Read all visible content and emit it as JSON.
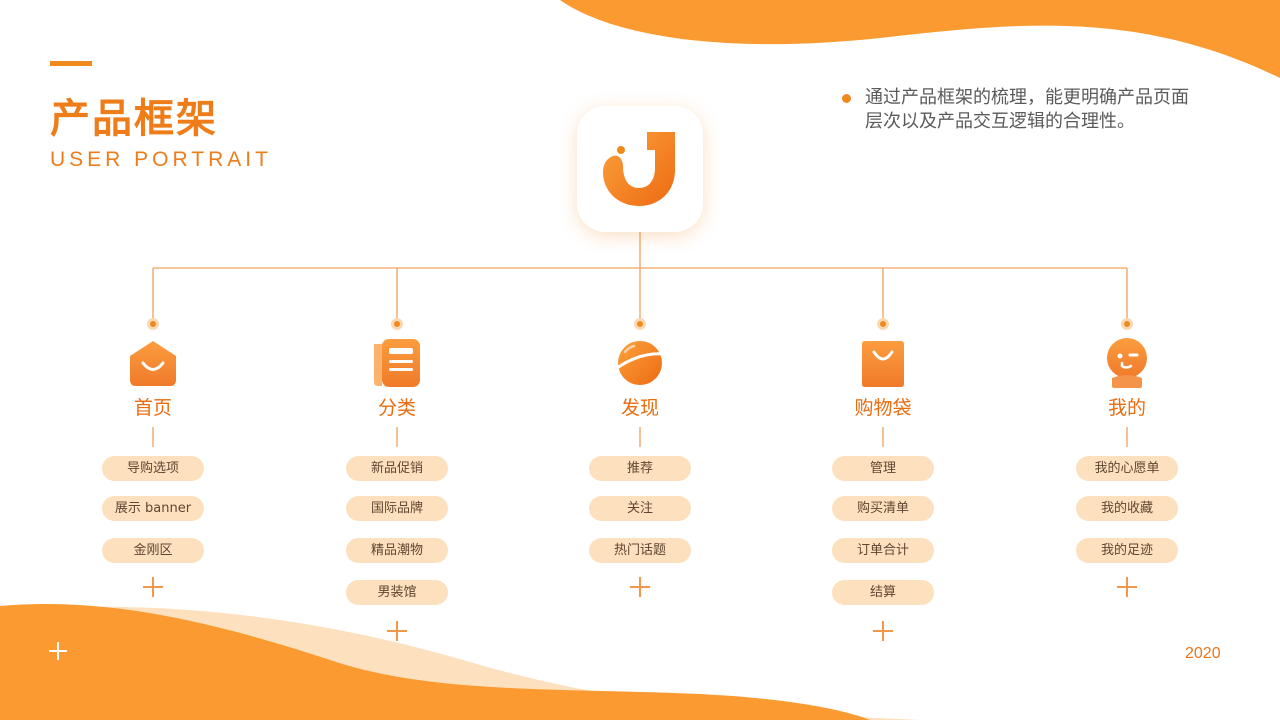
{
  "header": {
    "title": "产品框架",
    "subtitle": "USER PORTRAIT"
  },
  "description": {
    "line1": "通过产品框架的梳理，能更明确产品页面",
    "line2": "层次以及产品交互逻辑的合理性。"
  },
  "footer": {
    "year": "2020"
  },
  "colors": {
    "accent": "#ee7d19",
    "pill_bg": "#fde0bd",
    "wave_primary": "#fb9a30",
    "wave_light": "#fde0bd"
  },
  "icons": {
    "app": "app-logo-icon",
    "home": "home-bag-icon",
    "category": "list-document-icon",
    "discover": "planet-icon",
    "cart": "shopping-bag-icon",
    "profile": "smiley-user-icon"
  },
  "columns": [
    {
      "key": "home",
      "label": "首页",
      "items": [
        "导购选项",
        "展示 banner",
        "金刚区"
      ]
    },
    {
      "key": "category",
      "label": "分类",
      "items": [
        "新品促销",
        "国际品牌",
        "精品潮物",
        "男装馆"
      ]
    },
    {
      "key": "discover",
      "label": "发现",
      "items": [
        "推荐",
        "关注",
        "热门话题"
      ]
    },
    {
      "key": "cart",
      "label": "购物袋",
      "items": [
        "管理",
        "购买清单",
        "订单合计",
        "结算"
      ]
    },
    {
      "key": "profile",
      "label": "我的",
      "items": [
        "我的心愿单",
        "我的收藏",
        "我的足迹"
      ]
    }
  ]
}
